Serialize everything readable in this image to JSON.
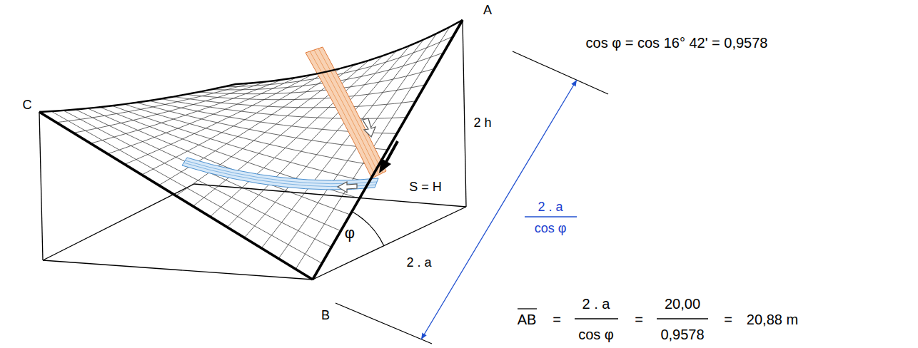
{
  "diagram": {
    "labels": [
      "A",
      "C",
      "B",
      "2 h",
      "S = H",
      "φ",
      "2 . a",
      "cos φ = cos 16° 42' = 0,9578",
      "2 . a",
      "cos φ",
      "AB",
      "=",
      "2 . a",
      "cos φ",
      "=",
      "20,00",
      "0,9578",
      "=",
      "20,88 m"
    ]
  }
}
